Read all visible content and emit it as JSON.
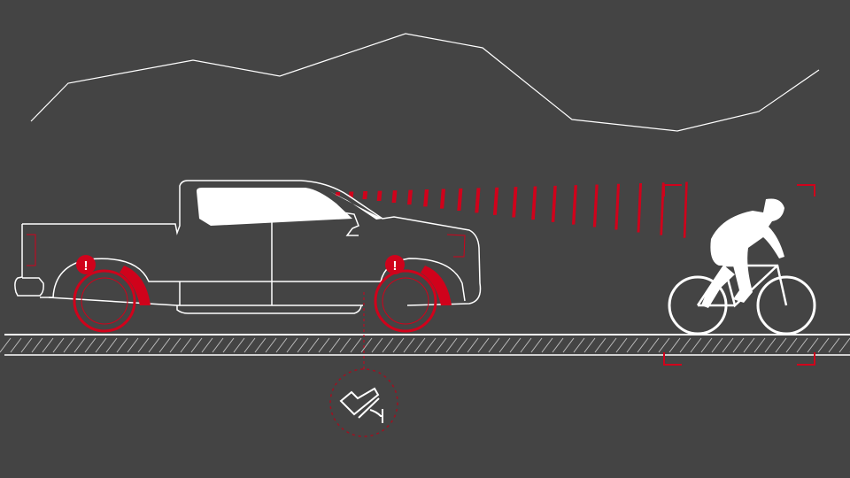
{
  "scene": {
    "background_color": "#444444",
    "line_color": "#ffffff",
    "alert_color": "#d0021b",
    "elements": [
      "mountain-outline",
      "pickup-truck",
      "radar-beam",
      "cyclist",
      "detection-bracket",
      "road",
      "brake-warning-icon",
      "camera-sensor-icon"
    ],
    "warning_symbol": "!"
  }
}
